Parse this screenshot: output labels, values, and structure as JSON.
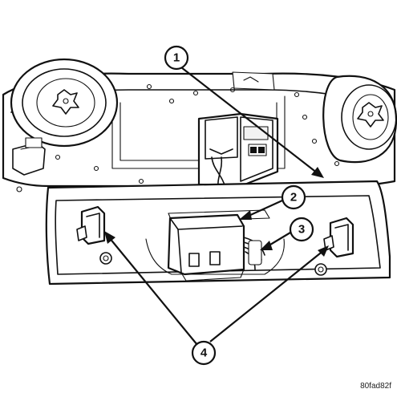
{
  "callouts": {
    "c1": "1",
    "c2": "2",
    "c3": "3",
    "c4": "4"
  },
  "figure_id": "80fad82f",
  "colors": {
    "ink": "#111111",
    "background": "#ffffff"
  }
}
